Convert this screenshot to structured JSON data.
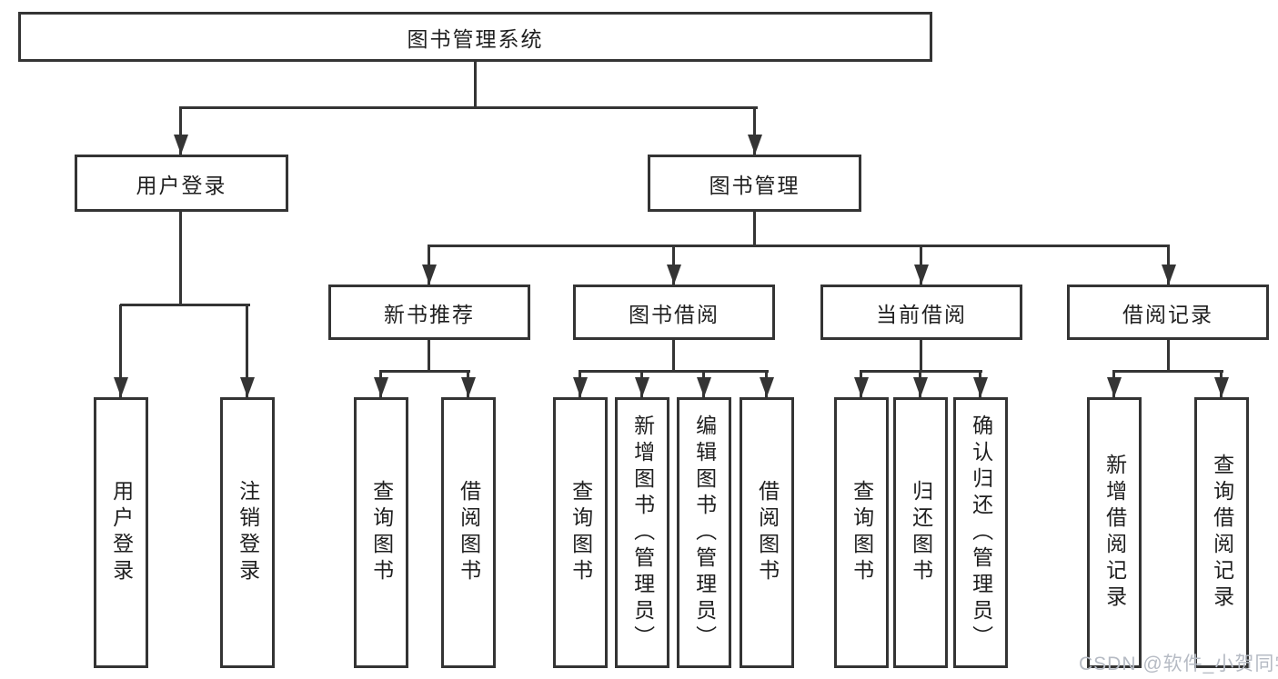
{
  "diagram": {
    "type": "hierarchy-tree",
    "colors": {
      "line": "#343434",
      "box_border": "#343434",
      "box_fill": "#ffffff",
      "text": "#1f1f1f",
      "watermark_text": "#b6bbc4",
      "background": "#ffffff"
    }
  },
  "watermark": "CSDN @软件_小贺同学",
  "tree": {
    "label": "图书管理系统",
    "children": [
      {
        "label": "用户登录",
        "children": [
          {
            "label": "用户登录"
          },
          {
            "label": "注销登录"
          }
        ]
      },
      {
        "label": "图书管理",
        "children": [
          {
            "label": "新书推荐",
            "children": [
              {
                "label": "查询图书"
              },
              {
                "label": "借阅图书"
              }
            ]
          },
          {
            "label": "图书借阅",
            "children": [
              {
                "label": "查询图书"
              },
              {
                "label": "新增图书（管理员）"
              },
              {
                "label": "编辑图书（管理员）"
              },
              {
                "label": "借阅图书"
              }
            ]
          },
          {
            "label": "当前借阅",
            "children": [
              {
                "label": "查询图书"
              },
              {
                "label": "归还图书"
              },
              {
                "label": "确认归还（管理员）"
              }
            ]
          },
          {
            "label": "借阅记录",
            "children": [
              {
                "label": "新增借阅记录"
              },
              {
                "label": "查询借阅记录"
              }
            ]
          }
        ]
      }
    ]
  }
}
